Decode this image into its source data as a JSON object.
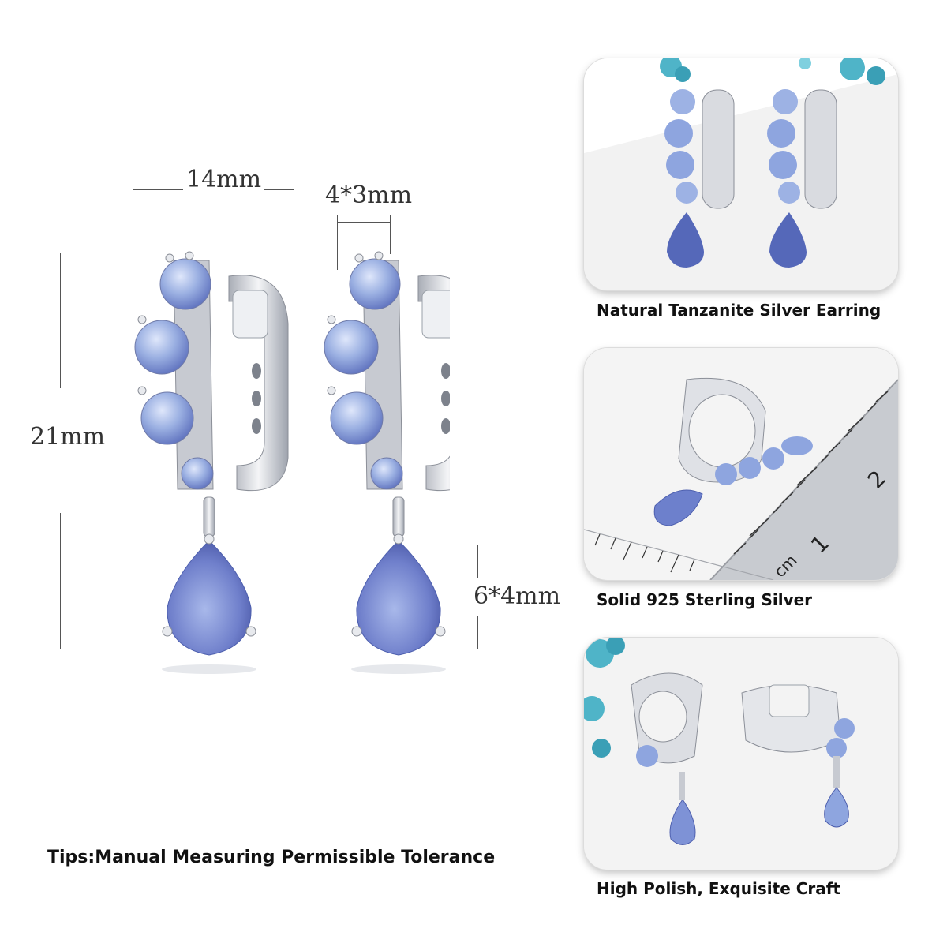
{
  "dimensions": {
    "width": "14mm",
    "stone_size": "4*3mm",
    "height": "21mm",
    "drop_size": "6*4mm"
  },
  "tips": "Tips:Manual Measuring Permissible Tolerance",
  "cards": [
    {
      "caption": "Natural Tanzanite Silver Earring"
    },
    {
      "caption": "Solid 925 Sterling Silver"
    },
    {
      "caption": "High Polish, Exquisite Craft"
    }
  ],
  "ruler": {
    "tick_labels": [
      "1",
      "2"
    ],
    "unit_label": "cm"
  },
  "colors": {
    "stone_light": "#b9c9ec",
    "stone_mid": "#7f98d6",
    "stone_dark": "#4d5fae",
    "silver": "#d9dbe0",
    "flowers": "#4fb4c8"
  }
}
